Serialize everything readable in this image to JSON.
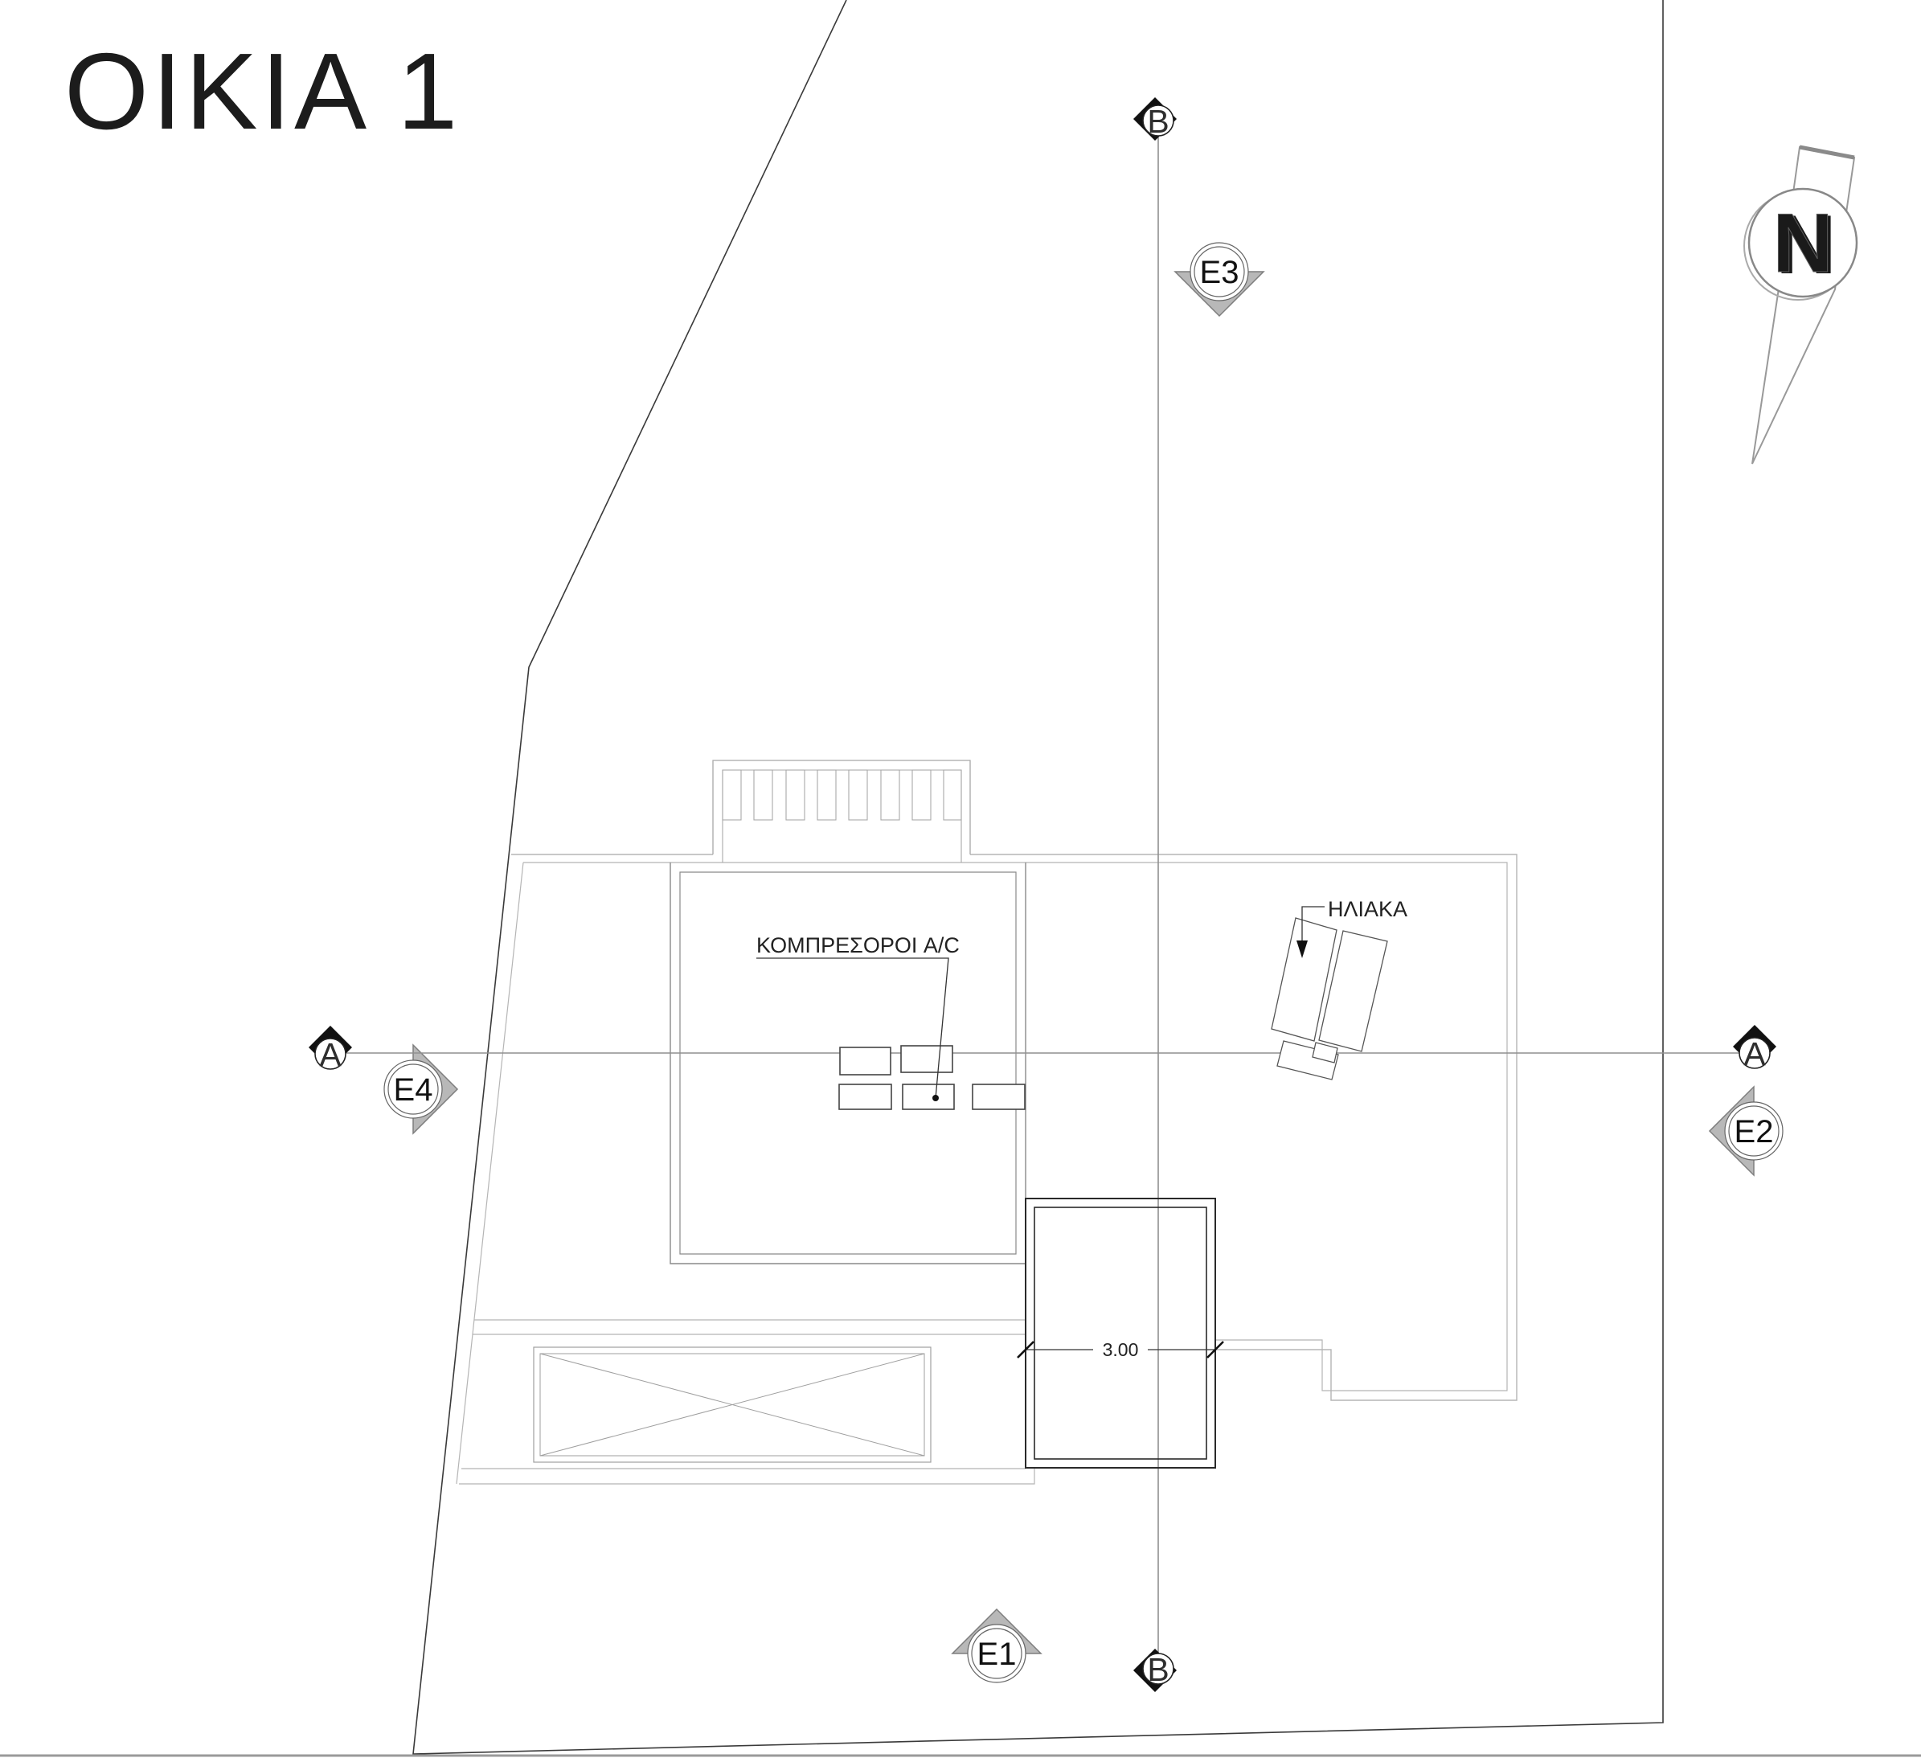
{
  "title": "ΟΙΚΙΑ 1",
  "north_arrow": {
    "label": "N"
  },
  "grid_markers": {
    "top": "B",
    "bottom": "B",
    "left": "A",
    "right": "A"
  },
  "elevation_markers": {
    "e1": "E1",
    "e2": "E2",
    "e3": "E3",
    "e4": "E4"
  },
  "annotations": {
    "ac_compressors": "ΚΟΜΠΡΕΣΟΡΟΙ A/C",
    "solar_panels": "ΗΛΙΑΚΑ"
  },
  "dimensions": {
    "pool_width": "3.00"
  },
  "colors": {
    "boundary_line": "#3a3a3a",
    "roof_line": "#8a8a8a",
    "terrace_line": "#b5b5b5",
    "pool_line": "#2a2a2a",
    "marker_gray_fill": "#b8b8b8",
    "north_letter_gray": "#8a8a8a",
    "north_accent_green": "#567d56"
  }
}
